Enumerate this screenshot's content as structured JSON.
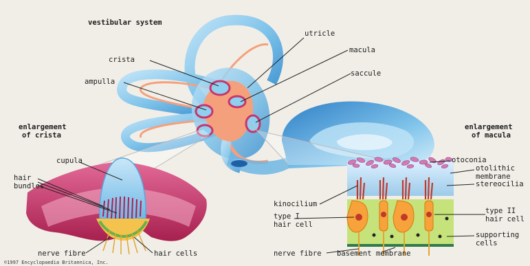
{
  "title": "vestibular system",
  "labels": {
    "utricle": "utricle",
    "macula": "macula",
    "saccule": "saccule",
    "crista": "crista",
    "ampulla": "ampulla",
    "enlargement_crista_1": "enlargement",
    "enlargement_crista_2": "of crista",
    "cupula": "cupula",
    "hair_bundles_1": "hair",
    "hair_bundles_2": "bundles",
    "nerve_fibre_left": "nerve fibre",
    "hair_cells_left": "hair cells",
    "enlargement_macula_1": "enlargement",
    "enlargement_macula_2": "of macula",
    "otoconia": "otoconia",
    "otolithic_membrane_1": "otolithic",
    "otolithic_membrane_2": "membrane",
    "stereocilia": "stereocilia",
    "kinocilium": "kinocilium",
    "type_i_1": "type I",
    "type_i_2": "hair cell",
    "type_ii_1": "type II",
    "type_ii_2": "hair cell",
    "supporting_1": "supporting",
    "supporting_2": "cells",
    "nerve_fibre_right": "nerve fibre",
    "basement_membrane": "basement membrane"
  },
  "copyright": "©1997 Encyclopaedia Britannica, Inc.",
  "colors": {
    "canal_blue": "#7fc3ea",
    "canal_dark": "#3a8fcf",
    "membranous_orange": "#f5a07c",
    "crista_pink": "#c8356c",
    "cupula_blue": "#9fd3f2",
    "background": "#f1eee7"
  }
}
